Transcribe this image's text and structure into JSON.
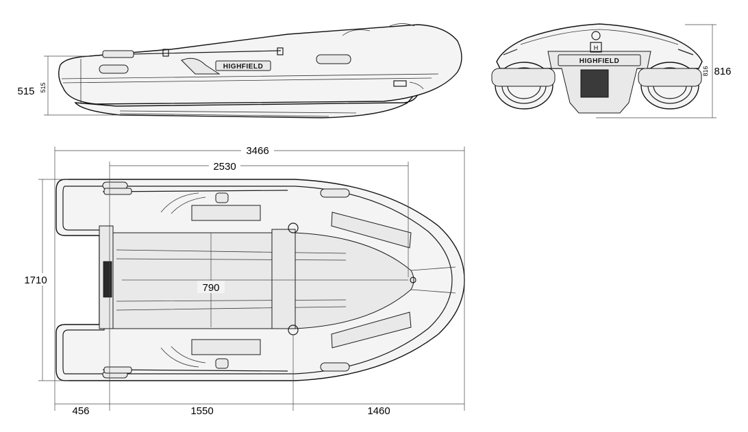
{
  "brand": "HIGHFIELD",
  "side_view": {
    "height_label": "515",
    "height_small": "515"
  },
  "rear_view": {
    "height_label": "816",
    "height_small": "816",
    "badge_letter": "H"
  },
  "top_view": {
    "overall_length": "3466",
    "inner_length": "2530",
    "overall_beam": "1710",
    "inner_beam": "790",
    "transom_offset": "456",
    "bench_position": "1550",
    "bow_section": "1460"
  },
  "colors": {
    "line": "#1a1a1a",
    "fill": "#f4f4f4",
    "shade": "#e9e9e9"
  }
}
